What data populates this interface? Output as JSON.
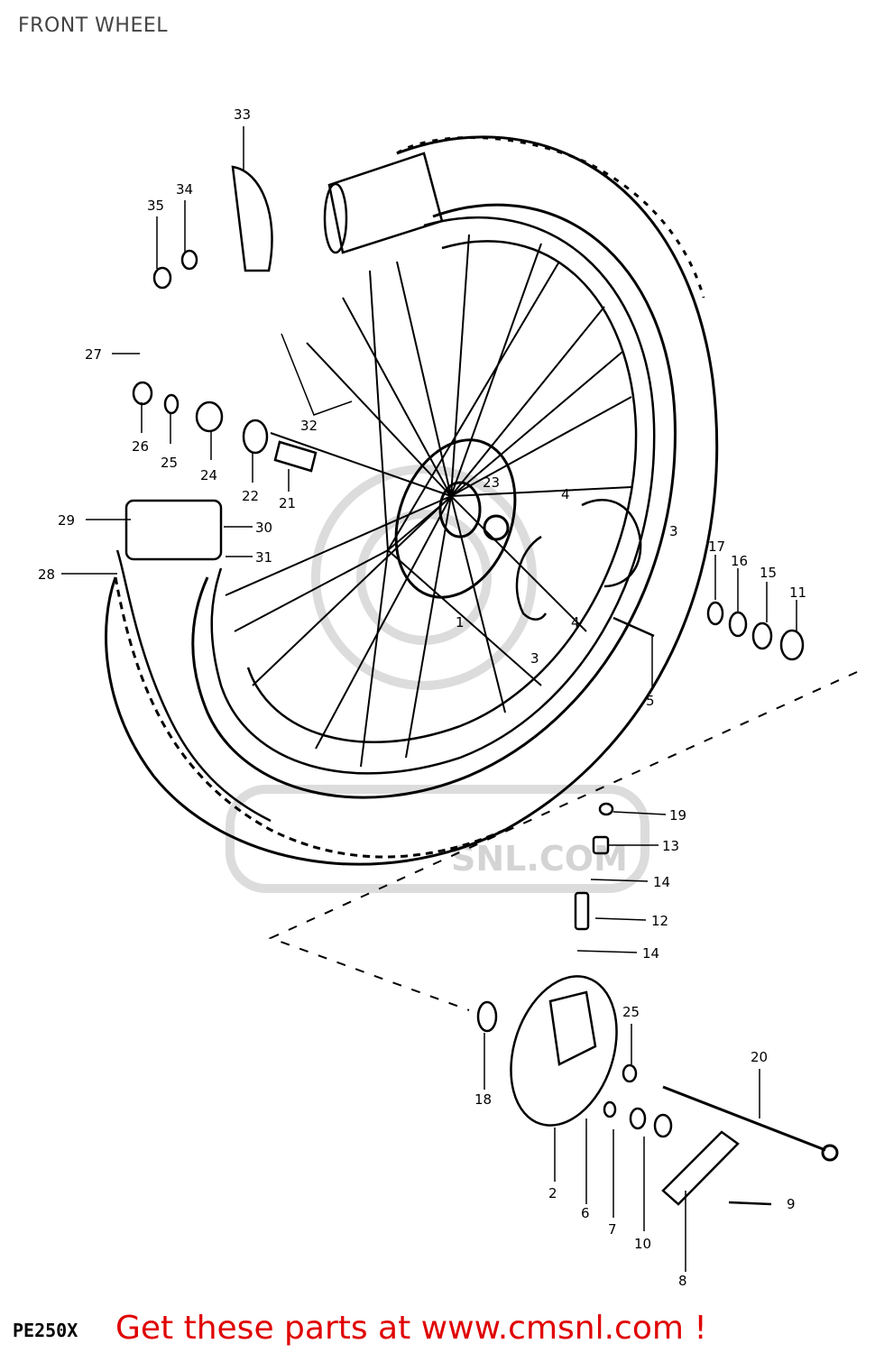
{
  "title": "FRONT WHEEL",
  "model_code": "PE250X",
  "footer_link": "Get these parts at www.cmsnl.com !",
  "watermark": "SNL.COM",
  "colors": {
    "link": "#e00000",
    "ink": "#000000",
    "watermark": "#d4d4d4"
  },
  "callouts": [
    "33",
    "34",
    "35",
    "27",
    "26",
    "25",
    "24",
    "22",
    "21",
    "32",
    "29",
    "30",
    "31",
    "28",
    "23",
    "4",
    "3",
    "17",
    "16",
    "15",
    "11",
    "1",
    "4",
    "3",
    "5",
    "19",
    "13",
    "14",
    "12",
    "14",
    "18",
    "25",
    "20",
    "2",
    "6",
    "7",
    "10",
    "9",
    "8"
  ]
}
